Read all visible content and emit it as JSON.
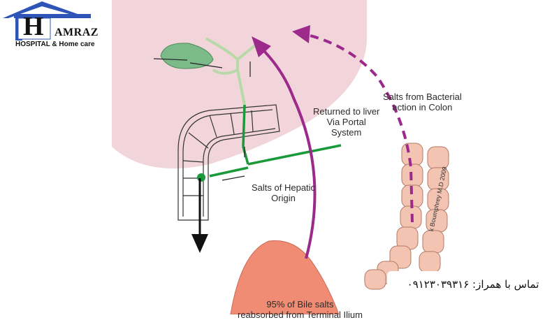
{
  "logo": {
    "letter": "H",
    "name": "AMRAZ",
    "subtitle": "HOSPITAL & Home care",
    "brand_color": "#2f54b8"
  },
  "labels": {
    "returned": [
      "Returned to liver",
      "Via Portal",
      "System"
    ],
    "bacterial": [
      "Salts from Bacterial",
      "action in Colon"
    ],
    "hepatic": [
      "Salts of Hepatic",
      "Origin"
    ],
    "bile": [
      "95% of Bile salts",
      "reabsorbed from Terminal Ilium"
    ],
    "credit": "k Boumphrey M.D 2009"
  },
  "contact": {
    "text": "تماس با همراز: ۰۹۱۲۳۰۳۹۳۱۶"
  },
  "colors": {
    "liver": "#f2d5da",
    "gallbladder": "#7dba8a",
    "portal_arrow": "#9b2a8a",
    "hepatic_duct": "#1a9a3a",
    "colon": "#f3c4b2",
    "ileum": "#f08c73"
  }
}
